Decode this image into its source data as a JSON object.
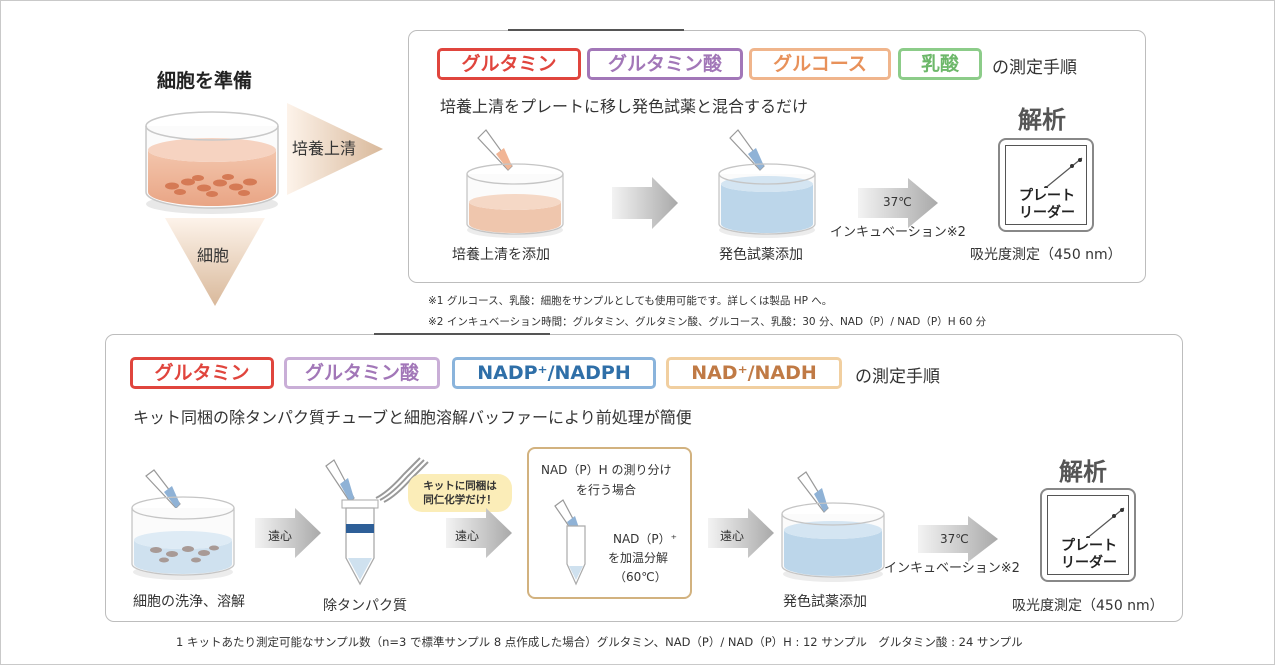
{
  "prep": {
    "title": "細胞を準備",
    "supernatant_label": "培養上清",
    "cells_label": "細胞"
  },
  "top_panel": {
    "tags": [
      {
        "label": "グルタミン",
        "color": "#e0453d"
      },
      {
        "label": "グルタミン酸",
        "color": "#a277b8"
      },
      {
        "label": "グルコース",
        "color": "#e8915a"
      },
      {
        "label": "乳酸",
        "color": "#6db86a"
      }
    ],
    "heading_suffix": "の測定手順",
    "subtitle": "培養上清をプレートに移し発色試薬と混合するだけ",
    "step1_label": "培養上清を添加",
    "step2_label": "発色試薬添加",
    "temp_label": "37℃",
    "incubation_label": "インキュベーション※2",
    "analysis_title": "解析",
    "reader_line1": "プレート",
    "reader_line2": "リーダー",
    "measure_label": "吸光度測定（450 nm）"
  },
  "notes": {
    "note1": "※1 グルコース、乳酸：細胞をサンプルとしても使用可能です。詳しくは製品 HP へ。",
    "note2": "※2 インキュベーション時間：グルタミン、グルタミン酸、グルコース、乳酸：30 分、NAD（P）/ NAD（P）H 60 分"
  },
  "bottom_panel": {
    "tags": [
      {
        "label": "グルタミン",
        "color": "#e0453d"
      },
      {
        "label": "グルタミン酸",
        "color": "#a277b8"
      },
      {
        "label": "NADP⁺/NADPH",
        "color": "#2f6fa8"
      },
      {
        "label": "NAD⁺/NADH",
        "color": "#c07a45"
      }
    ],
    "tag_border_colors": [
      "#e0453d",
      "#a277b8",
      "#8ab4dc",
      "#f1cfa0"
    ],
    "heading_suffix": "の測定手順",
    "subtitle": "キット同梱の除タンパク質チューブと細胞溶解バッファーにより前処理が簡便",
    "step1_label": "細胞の洗浄、溶解",
    "spin1_label": "遠心",
    "bubble_line1": "キットに同梱は",
    "bubble_line2": "同仁化学だけ！",
    "step2_label": "除タンパク質",
    "spin2_label": "遠心",
    "box_title_line1": "NAD（P）H の測り分け",
    "box_title_line2": "を行う場合",
    "box_note_line1": "NAD（P）⁺",
    "box_note_line2": "を加温分解",
    "box_note_line3": "（60℃）",
    "spin3_label": "遠心",
    "step3_label": "発色試薬添加",
    "temp_label": "37℃",
    "incubation_label": "インキュベーション※2",
    "analysis_title": "解析",
    "reader_line1": "プレート",
    "reader_line2": "リーダー",
    "measure_label": "吸光度測定（450 nm）"
  },
  "footer": "1 キットあたり測定可能なサンプル数（n=3 で標準サンプル 8 点作成した場合）グルタミン、NAD（P）/ NAD（P）H : 12 サンプル　グルタミン酸 : 24 サンプル"
}
